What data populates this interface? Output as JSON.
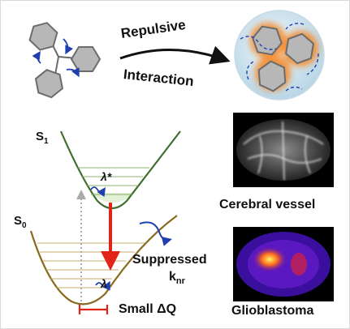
{
  "top": {
    "arrow_upper_label": "Repulsive",
    "arrow_lower_label": "Interaction"
  },
  "diagram": {
    "s1_label": "S",
    "s1_subscript": "1",
    "s0_label": "S",
    "s0_subscript": "0",
    "lambda_star": "λ*",
    "lambda": "λ",
    "suppressed_label": "Suppressed",
    "knr_label": "k",
    "knr_subscript": "nr",
    "small_dq_label": "Small ΔQ"
  },
  "images": {
    "cerebral_caption": "Cerebral vessel",
    "glioblastoma_caption": "Glioblastoma"
  },
  "colors": {
    "s1_curve": "#3f6e2e",
    "s0_curve": "#8a6a1f",
    "emission_arrow": "#e02418",
    "wavy_arrow": "#1f3fb0",
    "hexagon_fill": "#b7b7b7",
    "glow": "#f58a2a"
  }
}
